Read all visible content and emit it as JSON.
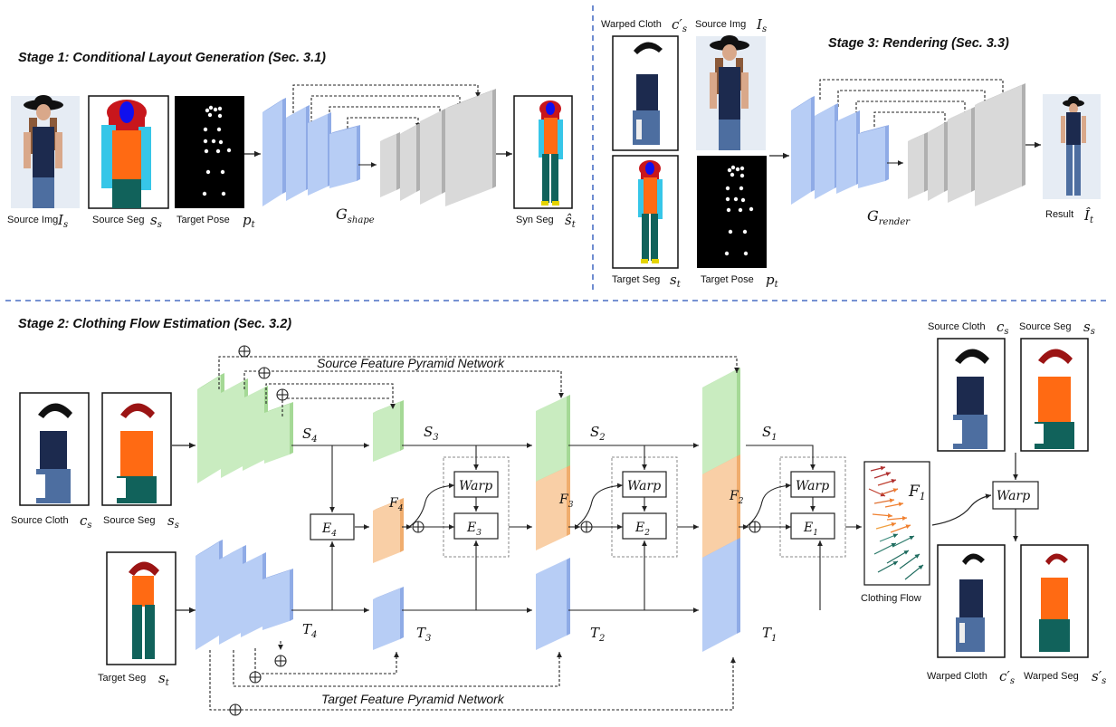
{
  "stage1": {
    "title": "Stage 1: Conditional Layout Generation (Sec. 3.1)",
    "labels": {
      "source_img": "Source Img",
      "source_img_sym": "I",
      "source_img_sub": "s",
      "source_seg": "Source Seg",
      "source_seg_sym": "s",
      "source_seg_sub": "s",
      "target_pose": "Target Pose",
      "target_pose_sym": "p",
      "target_pose_sub": "t",
      "syn_seg": "Syn Seg",
      "syn_seg_sym": "ŝ",
      "syn_seg_sub": "t",
      "generator_sym": "G",
      "generator_sub": "shape"
    }
  },
  "stage3": {
    "title": "Stage 3: Rendering (Sec. 3.3)",
    "labels": {
      "warped_cloth": "Warped Cloth",
      "warped_cloth_sym": "c′",
      "warped_cloth_sub": "s",
      "source_img": "Source Img",
      "source_img_sym": "I",
      "source_img_sub": "s",
      "target_seg": "Target Seg",
      "target_seg_sym": "s",
      "target_seg_sub": "t",
      "target_pose": "Target Pose",
      "target_pose_sym": "p",
      "target_pose_sub": "t",
      "generator_sym": "G",
      "generator_sub": "render",
      "result": "Result",
      "result_sym": "Î",
      "result_sub": "t"
    }
  },
  "stage2": {
    "title": "Stage 2: Clothing Flow Estimation (Sec. 3.2)",
    "source_fpn": "Source Feature Pyramid Network",
    "target_fpn": "Target Feature Pyramid Network",
    "labels": {
      "source_cloth": "Source Cloth",
      "source_cloth_sym": "c",
      "source_cloth_sub": "s",
      "source_seg": "Source Seg",
      "source_seg_sym": "s",
      "source_seg_sub": "s",
      "target_seg": "Target Seg",
      "target_seg_sym": "s",
      "target_seg_sub": "t",
      "clothing_flow": "Clothing Flow",
      "flow_sym": "F",
      "flow_sub": "1",
      "warped_cloth": "Warped Cloth",
      "warped_cloth_sym": "c′",
      "warped_cloth_sub": "s",
      "warped_seg": "Warped Seg",
      "warped_seg_sym": "s′",
      "warped_seg_sub": "s",
      "warp": "Warp"
    },
    "features": {
      "S4": "S",
      "S4_sub": "4",
      "S3": "S",
      "S3_sub": "3",
      "S2": "S",
      "S2_sub": "2",
      "S1": "S",
      "S1_sub": "1",
      "T4": "T",
      "T4_sub": "4",
      "T3": "T",
      "T3_sub": "3",
      "T2": "T",
      "T2_sub": "2",
      "T1": "T",
      "T1_sub": "1",
      "F4": "F",
      "F4_sub": "4",
      "F3": "F",
      "F3_sub": "3",
      "F2": "F",
      "F2_sub": "2",
      "E4": "E",
      "E4_sub": "4",
      "E3": "E",
      "E3_sub": "3",
      "E2": "E",
      "E2_sub": "2",
      "E1": "E",
      "E1_sub": "1"
    }
  },
  "colors": {
    "divider": "#4a6fc4",
    "blue_block": "#b7cdf5",
    "blue_block_dark": "#8fabe6",
    "gray_block": "#d9d9d9",
    "gray_block_dark": "#b0b0b0",
    "green_block": "#c9ecc0",
    "green_block_dark": "#a5d996",
    "orange_block": "#f9cfa6",
    "orange_block_dark": "#f0ad6e",
    "seg_orange": "#ff6a13",
    "seg_teal": "#11625b",
    "seg_red": "#c8161c",
    "seg_cyan": "#36c6e8",
    "seg_dark_red": "#9b1414"
  }
}
